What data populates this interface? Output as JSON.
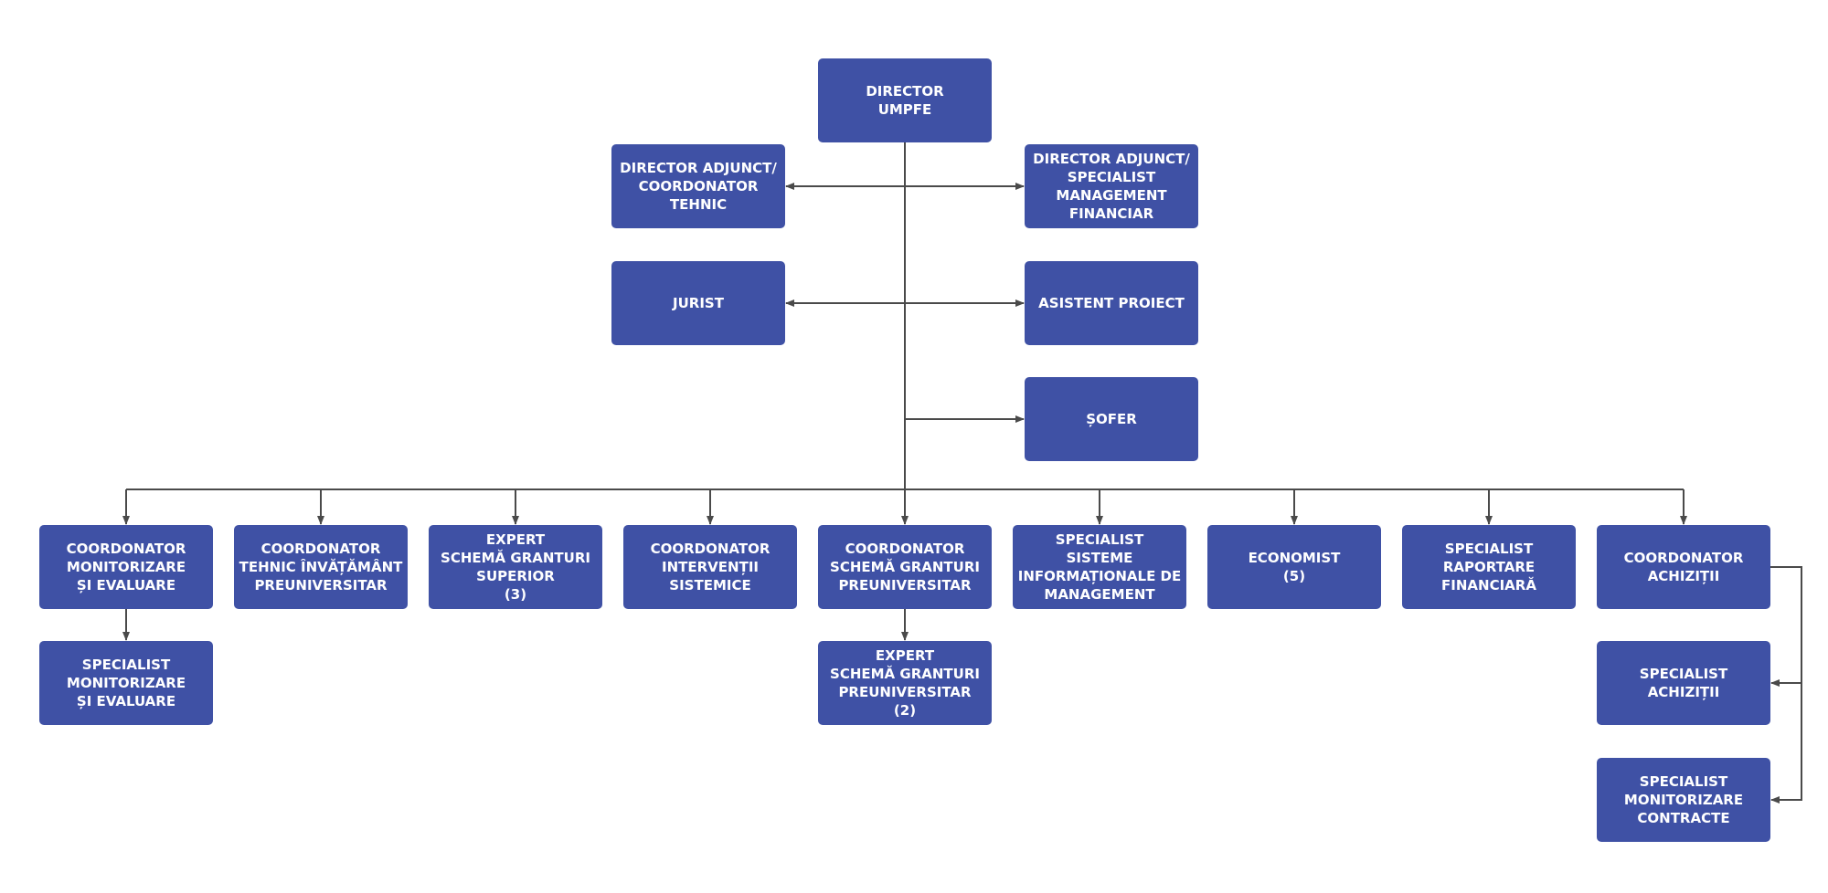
{
  "nodes": [
    {
      "id": "director",
      "lines": [
        "DIRECTOR",
        "UMPFE"
      ]
    },
    {
      "id": "dir_adj_tehnic",
      "lines": [
        "DIRECTOR ADJUNCT/",
        "COORDONATOR",
        "TEHNIC"
      ]
    },
    {
      "id": "dir_adj_fin",
      "lines": [
        "DIRECTOR ADJUNCT/",
        "SPECIALIST",
        "MANAGEMENT",
        "FINANCIAR"
      ]
    },
    {
      "id": "jurist",
      "lines": [
        "JURIST"
      ]
    },
    {
      "id": "asistent",
      "lines": [
        "ASISTENT PROIECT"
      ]
    },
    {
      "id": "sofer",
      "lines": [
        "ȘOFER"
      ]
    },
    {
      "id": "coord_me",
      "lines": [
        "COORDONATOR",
        "MONITORIZARE",
        "ȘI EVALUARE"
      ]
    },
    {
      "id": "coord_tehnic_pre",
      "lines": [
        "COORDONATOR",
        "TEHNIC ÎNVĂȚĂMÂNT",
        "PREUNIVERSITAR"
      ]
    },
    {
      "id": "expert_sup",
      "lines": [
        "EXPERT",
        "SCHEMĂ GRANTURI",
        "SUPERIOR",
        "(3)"
      ]
    },
    {
      "id": "coord_interv",
      "lines": [
        "COORDONATOR",
        "INTERVENȚII",
        "SISTEMICE"
      ]
    },
    {
      "id": "coord_schema_pre",
      "lines": [
        "COORDONATOR",
        "SCHEMĂ GRANTURI",
        "PREUNIVERSITAR"
      ]
    },
    {
      "id": "spec_sim",
      "lines": [
        "SPECIALIST",
        "SISTEME",
        "INFORMAȚIONALE DE",
        "MANAGEMENT"
      ]
    },
    {
      "id": "economist",
      "lines": [
        "ECONOMIST",
        "(5)"
      ]
    },
    {
      "id": "spec_rap_fin",
      "lines": [
        "SPECIALIST",
        "RAPORTARE",
        "FINANCIARĂ"
      ]
    },
    {
      "id": "coord_achiz",
      "lines": [
        "COORDONATOR",
        "ACHIZIȚII"
      ]
    },
    {
      "id": "spec_me",
      "lines": [
        "SPECIALIST",
        "MONITORIZARE",
        "ȘI EVALUARE"
      ]
    },
    {
      "id": "expert_pre",
      "lines": [
        "EXPERT",
        "SCHEMĂ GRANTURI",
        "PREUNIVERSITAR",
        "(2)"
      ]
    },
    {
      "id": "spec_achiz",
      "lines": [
        "SPECIALIST",
        "ACHIZIȚII"
      ]
    },
    {
      "id": "spec_mon_contracte",
      "lines": [
        "SPECIALIST",
        "MONITORIZARE",
        "CONTRACTE"
      ]
    }
  ],
  "edges": [
    {
      "from": "director",
      "to": "dir_adj_tehnic"
    },
    {
      "from": "director",
      "to": "dir_adj_fin"
    },
    {
      "from": "director",
      "to": "jurist"
    },
    {
      "from": "director",
      "to": "asistent"
    },
    {
      "from": "director",
      "to": "sofer"
    },
    {
      "from": "director",
      "to": "coord_me"
    },
    {
      "from": "director",
      "to": "coord_tehnic_pre"
    },
    {
      "from": "director",
      "to": "expert_sup"
    },
    {
      "from": "director",
      "to": "coord_interv"
    },
    {
      "from": "director",
      "to": "coord_schema_pre"
    },
    {
      "from": "director",
      "to": "spec_sim"
    },
    {
      "from": "director",
      "to": "economist"
    },
    {
      "from": "director",
      "to": "spec_rap_fin"
    },
    {
      "from": "director",
      "to": "coord_achiz"
    },
    {
      "from": "coord_me",
      "to": "spec_me"
    },
    {
      "from": "coord_schema_pre",
      "to": "expert_pre"
    },
    {
      "from": "coord_achiz",
      "to": "spec_achiz"
    },
    {
      "from": "coord_achiz",
      "to": "spec_mon_contracte"
    }
  ],
  "colors": {
    "box": "#3f51a5",
    "text": "#ffffff",
    "line": "#4a4a4a"
  }
}
